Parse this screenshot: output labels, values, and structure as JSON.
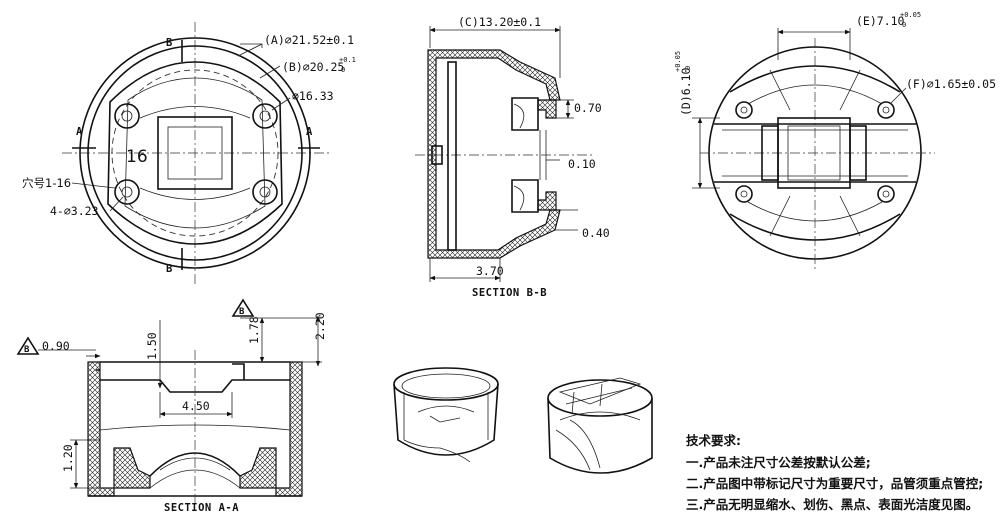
{
  "front_view": {
    "dim_a": "(A)⌀21.52±0.1",
    "dim_b": "(B)⌀20.25",
    "dim_b_tol_upper": "+0.1",
    "dim_b_tol_lower": "0",
    "dim_c": "⌀16.33",
    "hole_number": "16",
    "hole_range": "穴号1-16",
    "hole_dim": "4-⌀3.23",
    "cut_label_b": "B",
    "cut_label_a": "A"
  },
  "section_bb": {
    "title": "SECTION B-B",
    "dim_c": "(C)13.20±0.1",
    "dim_070": "0.70",
    "dim_010": "0.10",
    "dim_040": "0.40",
    "dim_370": "3.70"
  },
  "top_view": {
    "dim_e": "(E)7.10",
    "dim_e_tol_upper": "+0.05",
    "dim_e_tol_lower": "0",
    "dim_d": "(D)6.10",
    "dim_d_tol_upper": "+0.05",
    "dim_d_tol_lower": "0",
    "dim_f": "(F)⌀1.65±0.05"
  },
  "section_aa": {
    "title": "SECTION A-A",
    "datum_b": "B",
    "dim_090": "0.90",
    "dim_150": "1.50",
    "dim_178": "1.78",
    "dim_220": "2.20",
    "dim_450": "4.50",
    "dim_120": "1.20"
  },
  "notes": {
    "title": "技术要求:",
    "lines": [
      "一.产品未注尺寸公差按默认公差;",
      "二.产品图中带标记尺寸为重要尺寸，品管须重点管控;",
      "三.产品无明显缩水、划伤、黑点、表面光洁度见图。"
    ]
  }
}
